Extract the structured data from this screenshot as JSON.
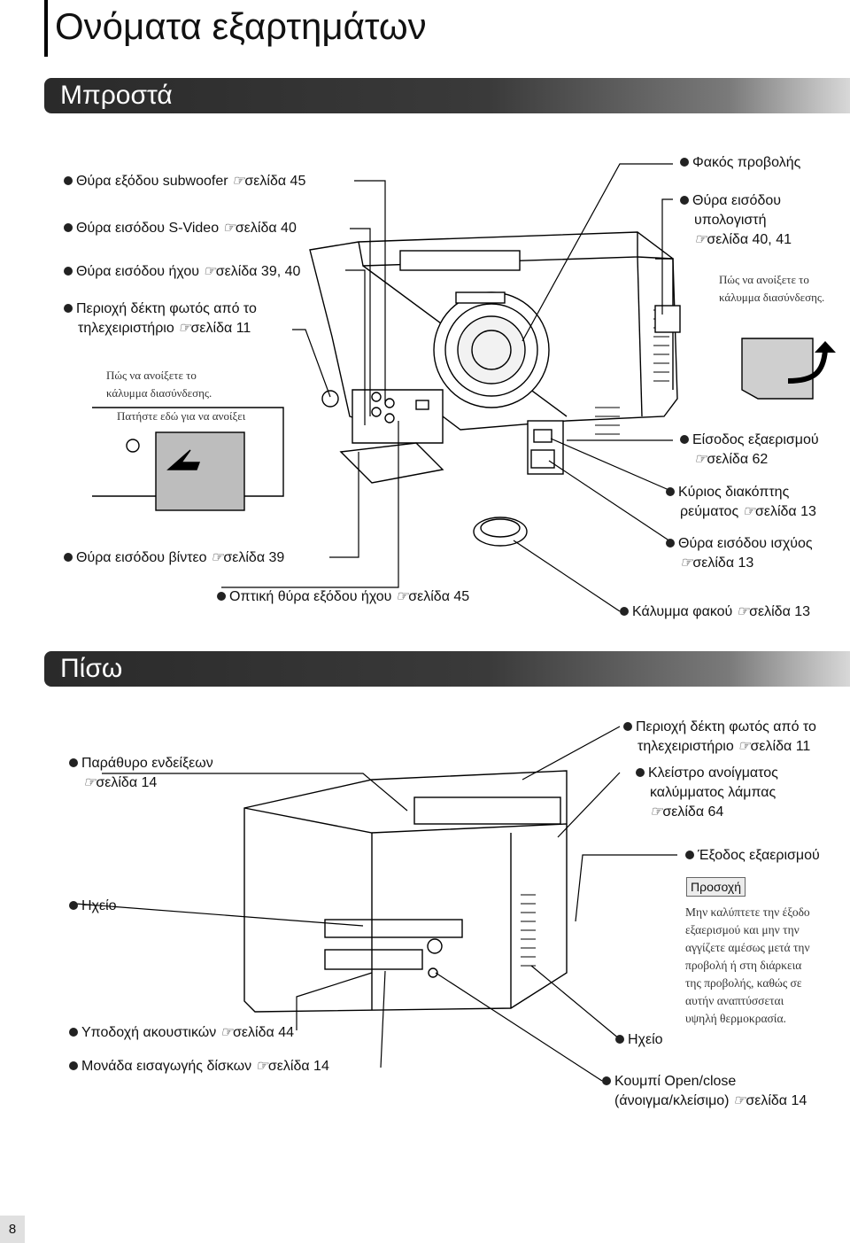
{
  "page": {
    "title": "Ονόματα εξαρτημάτων",
    "page_number": "8"
  },
  "front": {
    "heading": "Μπροστά",
    "left_labels": [
      {
        "text": "Θύρα εξόδου subwoofer",
        "ref": "σελίδα 45"
      },
      {
        "text": "Θύρα εισόδου S-Video",
        "ref": "σελίδα 40"
      },
      {
        "text": "Θύρα εισόδου ήχου",
        "ref": "σελίδα 39, 40"
      },
      {
        "text": "Περιοχή δέκτη φωτός από το",
        "text2": "τηλεχειριστήριο",
        "ref": "σελίδα 11"
      }
    ],
    "cover_note": "Πώς να ανοίξετε το κάλυμμα διασύνδεσης.",
    "cover_note_line1": "Πώς να ανοίξετε το",
    "cover_note_line2": "κάλυμμα διασύνδεσης.",
    "press_here": "Πατήστε εδώ για να ανοίξει",
    "video_in": {
      "text": "Θύρα εισόδου βίντεο",
      "ref": "σελίδα 39"
    },
    "optical_out": {
      "text": "Οπτική θύρα εξόδου ήχου",
      "ref": "σελίδα 45"
    },
    "right_labels": {
      "lens": "Φακός προβολής",
      "computer_in_1": "Θύρα εισόδου",
      "computer_in_2": "υπολογιστή",
      "computer_in_ref": "σελίδα 40, 41",
      "cover_note_line1": "Πώς να ανοίξετε το",
      "cover_note_line2": "κάλυμμα διασύνδεσης.",
      "air_in": "Είσοδος εξαερισμού",
      "air_in_ref": "σελίδα 62",
      "main_switch_1": "Κύριος διακόπτης",
      "main_switch_2": "ρεύματος",
      "main_switch_ref": "σελίδα 13",
      "power_in": "Θύρα εισόδου ισχύος",
      "power_in_ref": "σελίδα 13",
      "lens_cover": "Κάλυμμα φακού",
      "lens_cover_ref": "σελίδα 13"
    }
  },
  "back": {
    "heading": "Πίσω",
    "indicator_1": "Παράθυρο ενδείξεων",
    "indicator_ref": "σελίδα 14",
    "speaker_left": "Ηχείο",
    "headphones": "Υποδοχή ακουστικών",
    "headphones_ref": "σελίδα 44",
    "disc_unit": "Μονάδα εισαγωγής δίσκων",
    "disc_unit_ref": "σελίδα 14",
    "remote_rx_1": "Περιοχή δέκτη φωτός από το",
    "remote_rx_2": "τηλεχειριστήριο",
    "remote_rx_ref": "σελίδα 11",
    "lamp_cover_1": "Κλείστρο ανοίγματος",
    "lamp_cover_2": "καλύμματος λάμπας",
    "lamp_cover_ref": "σελίδα 64",
    "air_out": "Έξοδος εξαερισμού",
    "caution_badge": "Προσοχή",
    "caution_lines": [
      "Μην καλύπτετε την έξοδο",
      "εξαερισμού και μην την",
      "αγγίζετε αμέσως μετά την",
      "προβολή ή στη διάρκεια",
      "της προβολής, καθώς σε",
      "αυτήν αναπτύσσεται",
      "υψηλή θερμοκρασία."
    ],
    "speaker_right": "Ηχείο",
    "open_close_1": "Κουμπί Open/close",
    "open_close_2": "(άνοιγμα/κλείσιμο)",
    "open_close_ref": "σελίδα 14"
  }
}
